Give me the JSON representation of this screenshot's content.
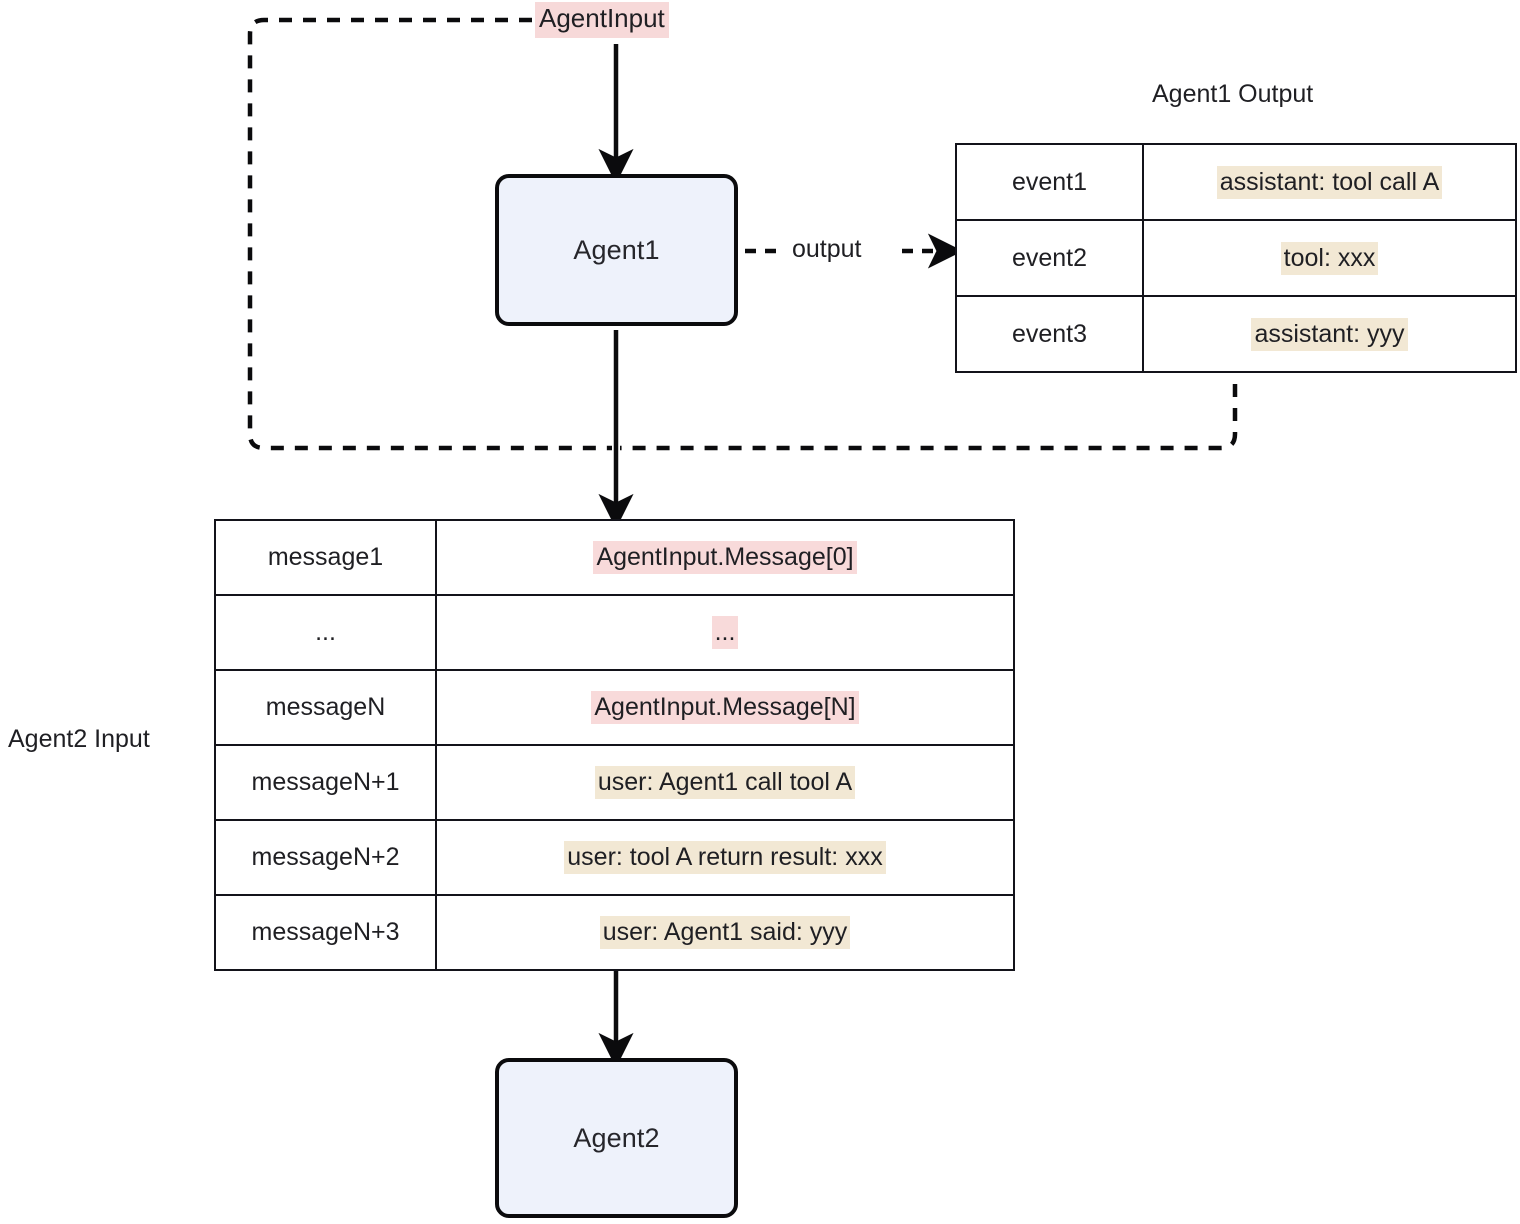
{
  "diagram": {
    "nodes": {
      "agent1": "Agent1",
      "agent2": "Agent2"
    },
    "labels": {
      "agent_input": "AgentInput",
      "output_edge": "output",
      "agent1_output_title": "Agent1 Output",
      "agent2_input_title": "Agent2 Input"
    },
    "colors": {
      "node_fill": "#eef2fb",
      "node_border": "#0b0b0d",
      "highlight_pink": "#f8dada",
      "highlight_beige": "#f2e8d4",
      "table_border": "#13131a",
      "background": "#ffffff"
    },
    "agent1_output_table": {
      "title": "Agent1 Output",
      "rows": [
        {
          "key": "event1",
          "value": "assistant: tool call A",
          "highlight": "beige"
        },
        {
          "key": "event2",
          "value": "tool: xxx",
          "highlight": "beige"
        },
        {
          "key": "event3",
          "value": "assistant: yyy",
          "highlight": "beige"
        }
      ]
    },
    "agent2_input_table": {
      "title": "Agent2 Input",
      "rows": [
        {
          "key": "message1",
          "value": "AgentInput.Message[0]",
          "highlight": "pink"
        },
        {
          "key": "...",
          "value": "...",
          "highlight": "pink"
        },
        {
          "key": "messageN",
          "value": "AgentInput.Message[N]",
          "highlight": "pink"
        },
        {
          "key": "messageN+1",
          "value": "user: Agent1 call tool A",
          "highlight": "beige"
        },
        {
          "key": "messageN+2",
          "value": "user: tool A return result: xxx",
          "highlight": "beige"
        },
        {
          "key": "messageN+3",
          "value": "user: Agent1 said: yyy",
          "highlight": "beige"
        }
      ]
    },
    "edges": [
      {
        "name": "agent-input-to-agent1",
        "style": "solid",
        "label": ""
      },
      {
        "name": "agent1-to-output-table",
        "style": "dashed",
        "label": "output"
      },
      {
        "name": "agent1-to-agent2-input",
        "style": "solid",
        "label": ""
      },
      {
        "name": "agent-input-feedback-to-agent2-input",
        "style": "dashed",
        "label": ""
      },
      {
        "name": "agent1-output-feedback-to-agent2-input",
        "style": "dashed",
        "label": ""
      },
      {
        "name": "agent2-input-to-agent2",
        "style": "solid",
        "label": ""
      }
    ]
  }
}
